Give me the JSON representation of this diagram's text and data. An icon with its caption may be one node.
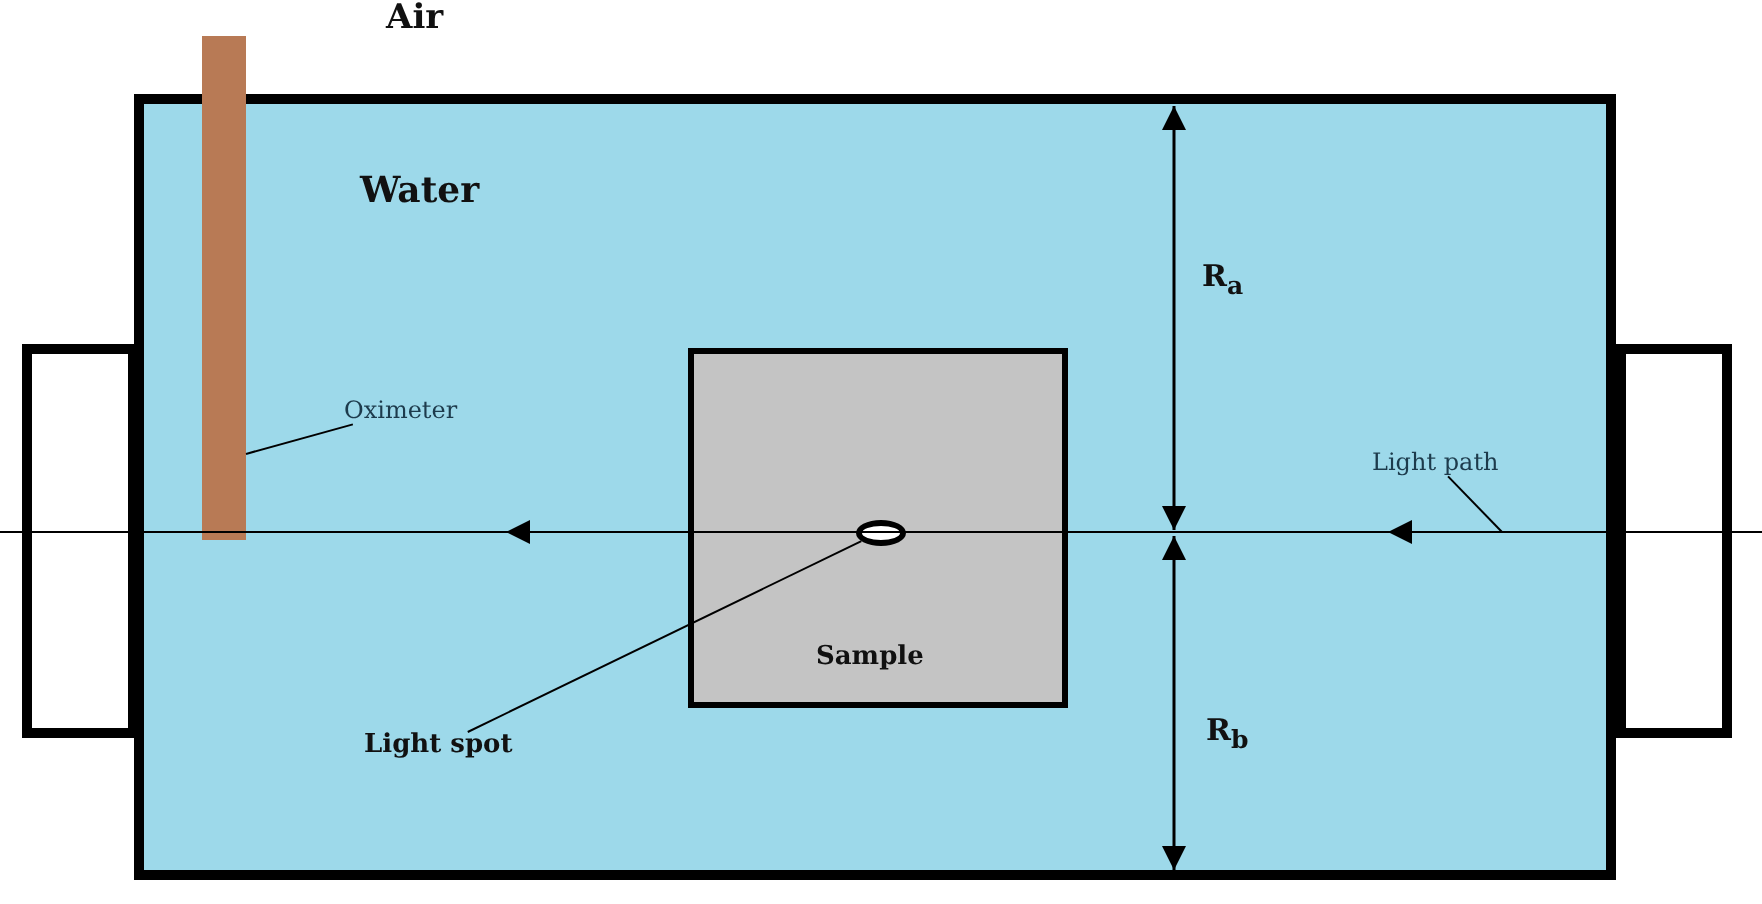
{
  "diagram": {
    "nodes": [
      {
        "text": [
          "Water"
        ]
      },
      {
        "text": [
          "Sample"
        ],
        "in": 0
      },
      {
        "text": [],
        "shape": "circle",
        "in": 1
      },
      {
        "text": [
          "Light spot"
        ],
        "in": 0
      },
      {
        "text": [],
        "shape": "bar"
      },
      {
        "text": [
          "Oximeter"
        ],
        "in": 0
      },
      {
        "text": [
          "Light path"
        ],
        "in": 0
      },
      {
        "text": [],
        "shape": "box"
      },
      {
        "text": [],
        "shape": "box"
      }
    ],
    "edges": [
      {
        "from": 3,
        "to": 2,
        "arrow": "none"
      },
      {
        "from": 5,
        "to": 4,
        "arrow": "none"
      },
      {
        "from": 6,
        "to": null,
        "arrow": "none"
      }
    ],
    "labels": [
      "Air",
      "R$_{a}$",
      "R$_{b}$"
    ]
  }
}
